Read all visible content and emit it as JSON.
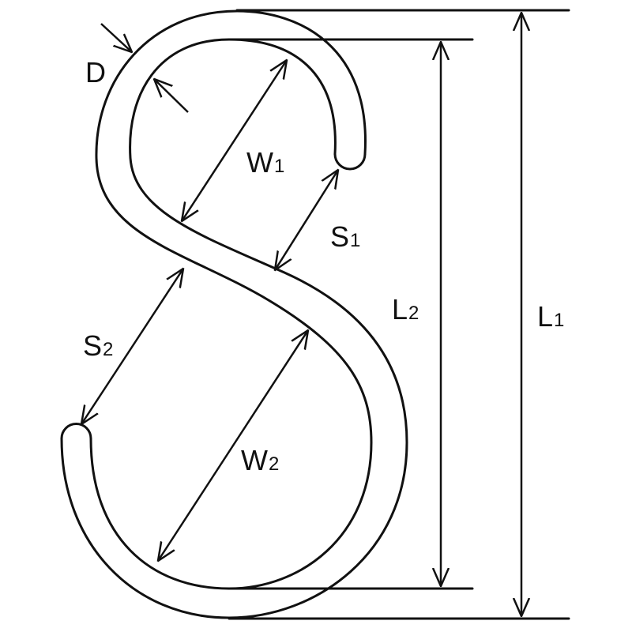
{
  "colors": {
    "line": "#111111",
    "background": "#ffffff"
  },
  "labels": {
    "D": "D",
    "W1": {
      "main": "W",
      "sub": "1"
    },
    "S1": {
      "main": "S",
      "sub": "1"
    },
    "S2": {
      "main": "S",
      "sub": "2"
    },
    "W2": {
      "main": "W",
      "sub": "2"
    },
    "L2": {
      "main": "L",
      "sub": "2"
    },
    "L1": {
      "main": "L",
      "sub": "1"
    }
  }
}
